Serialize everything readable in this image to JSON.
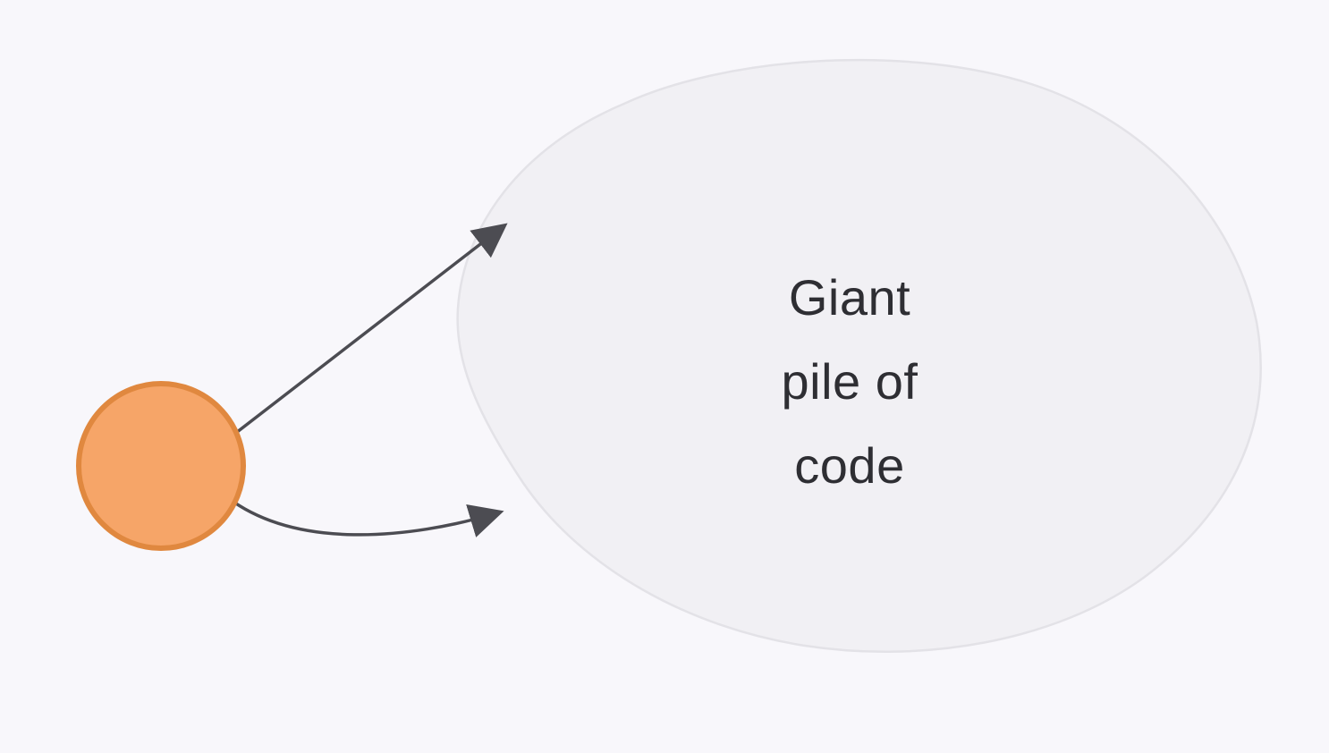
{
  "diagram": {
    "blob": {
      "label": "Giant pile of code",
      "label_lines": [
        "Giant",
        "pile of",
        "code"
      ]
    },
    "colors": {
      "background": "#f8f7fb",
      "blob_fill": "#f1f0f4",
      "blob_stroke": "#e3e2e7",
      "node_fill": "#f6a568",
      "node_stroke": "#e0883f",
      "arrow": "#4c4c52",
      "text": "#2e2e33"
    }
  }
}
